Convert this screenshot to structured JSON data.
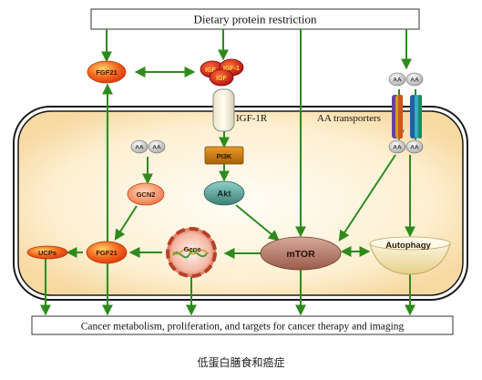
{
  "title": "Dietary protein restriction",
  "bottom_box": "Cancer metabolism, proliferation, and targets for cancer therapy and imaging",
  "labels": {
    "fgf21_top": "FGF21",
    "igf_left": "IGF",
    "igf_right": "IGF-1",
    "igf_bottom": "IGF",
    "igf1r": "IGF-1R",
    "aa_transporters": "AA transporters",
    "pi3k": "PI3K",
    "akt": "Akt",
    "gcn2": "GCN2",
    "aa": "AA",
    "mtor": "mTOR",
    "autophagy": "Autophagy",
    "ucps": "UCPs",
    "fgf21_cell": "FGF21",
    "gene": "Gene"
  },
  "caption": "低蛋白膳食和癌症",
  "colors": {
    "arrow": "#2f8a1e",
    "cell_border": "#1a1a1a",
    "cell_fill_outer": "#fbe3b4",
    "cell_fill_inner": "#fff8ea",
    "fgf21": "#ef4a18",
    "pi3k": "#c07a10",
    "mtor": "#b87a6a",
    "autophagy": "#f3e6b8"
  }
}
